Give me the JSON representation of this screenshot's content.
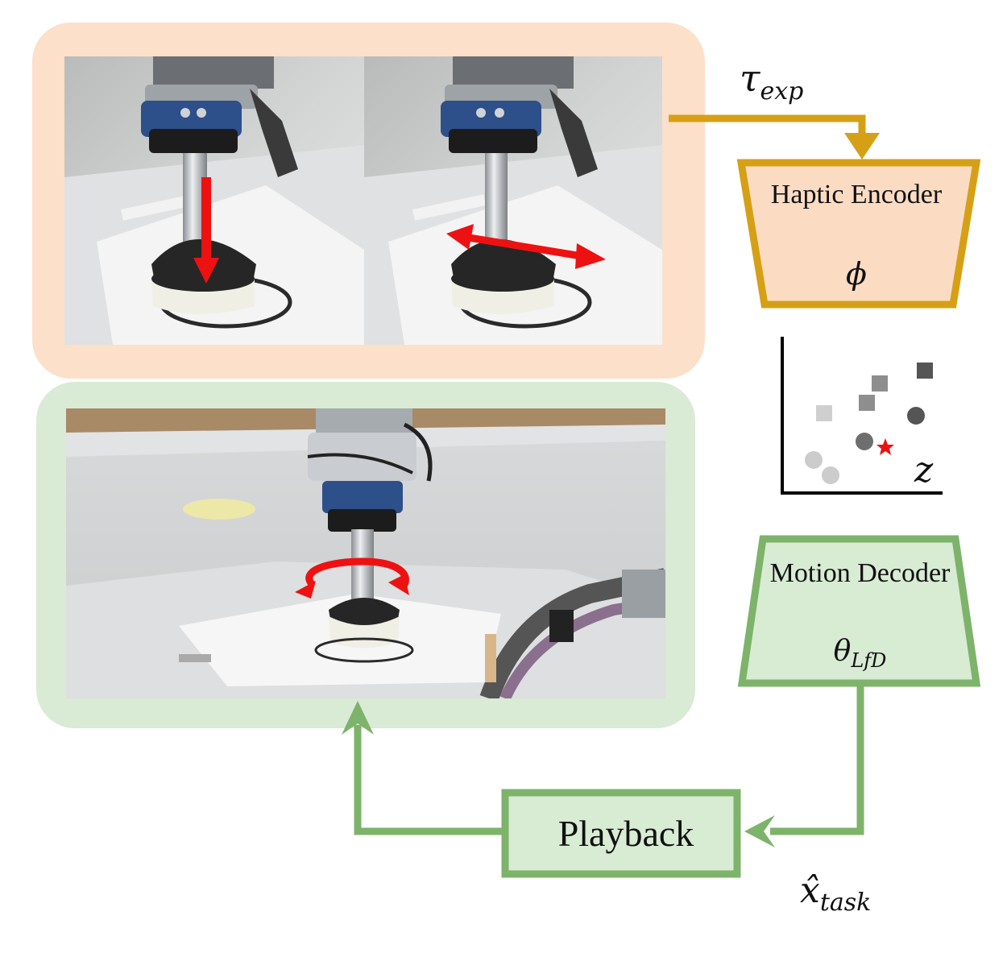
{
  "encoder": {
    "title": "Haptic Encoder",
    "symbol": "ϕ"
  },
  "decoder": {
    "title": "Motion Decoder",
    "symbol": "θ",
    "symbol_sub": "LfD"
  },
  "playback": {
    "label": "Playback"
  },
  "input_signal": {
    "symbol": "τ",
    "sub": "exp"
  },
  "output_signal": {
    "symbol": "x̂",
    "sub": "task"
  },
  "latent_space": {
    "axis_label": "z"
  },
  "colors": {
    "explore_bg": "#fce0c9",
    "encoder_stroke": "#d6a016",
    "encoder_fill": "#fbdcc3",
    "playback_bg": "#d9ead5",
    "decoder_stroke": "#7db36a",
    "decoder_fill": "#d8ebd3",
    "motion_arrow": "#ee1111"
  },
  "icons": [
    "press-down-arrow-icon",
    "slide-double-arrow-icon",
    "rotate-arrow-icon",
    "star-icon"
  ]
}
